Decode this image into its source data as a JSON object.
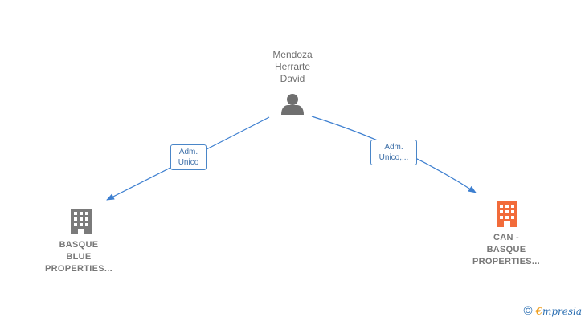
{
  "nodes": {
    "person": {
      "name_line1": "Mendoza",
      "name_line2": "Herrarte",
      "name_line3": "David",
      "icon": "person-icon"
    },
    "company_left": {
      "line1": "BASQUE",
      "line2": "BLUE",
      "line3": "PROPERTIES...",
      "icon": "building-icon",
      "color": "#777777"
    },
    "company_right": {
      "line1": "CAN -",
      "line2": "BASQUE",
      "line3": "PROPERTIES...",
      "icon": "building-icon",
      "color": "#f26b3a"
    }
  },
  "edges": {
    "left": {
      "line1": "Adm.",
      "line2": "Unico"
    },
    "right": {
      "line1": "Adm.",
      "line2": "Unico,..."
    }
  },
  "colors": {
    "edge": "#3d7fd0",
    "person": "#6f6f6f"
  },
  "watermark": {
    "copyright_symbol": "©",
    "brand_first": "€",
    "brand_rest": "mpresia"
  }
}
